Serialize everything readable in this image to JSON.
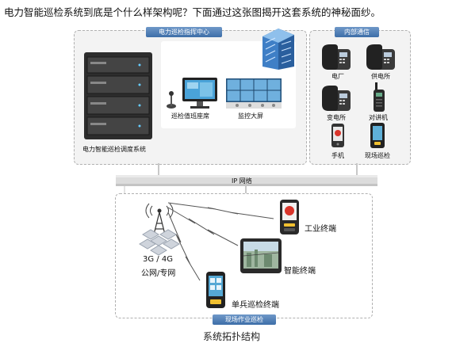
{
  "intro_text": "电力智能巡检系统到底是个什么样架构呢？下面通过这张图揭开这套系统的神秘面纱。",
  "command_center": {
    "title": "电力巡检指挥中心",
    "dispatch_system_label": "电力智能巡检调度系统",
    "duty_seat_label": "巡检值班座席",
    "monitor_screen_label": "监控大屏"
  },
  "internal_comm": {
    "title": "内部通信",
    "devices": [
      {
        "label": "电厂",
        "icon": "desk-phone-icon"
      },
      {
        "label": "供电所",
        "icon": "desk-phone-icon"
      },
      {
        "label": "变电所",
        "icon": "desk-phone-icon"
      },
      {
        "label": "对讲机",
        "icon": "walkie-talkie-icon"
      },
      {
        "label": "手机",
        "icon": "mobile-phone-icon"
      },
      {
        "label": "现场巡检",
        "icon": "rugged-phone-icon"
      }
    ]
  },
  "ip_network_label": "IP 网络",
  "field": {
    "title": "现场作业巡检",
    "network_label_line1": "3G / 4G",
    "network_label_line2": "公网/专网",
    "industrial_terminal_label": "工业终端",
    "smart_terminal_label": "智能终端",
    "soldier_terminal_label": "单兵巡检终端"
  },
  "caption": "系统拓扑结构",
  "colors": {
    "tag": "#4a7bb5",
    "panel_bg": "#f3f3f3",
    "network_bar": "#dcdcdc",
    "accent_red": "#d9352b"
  }
}
